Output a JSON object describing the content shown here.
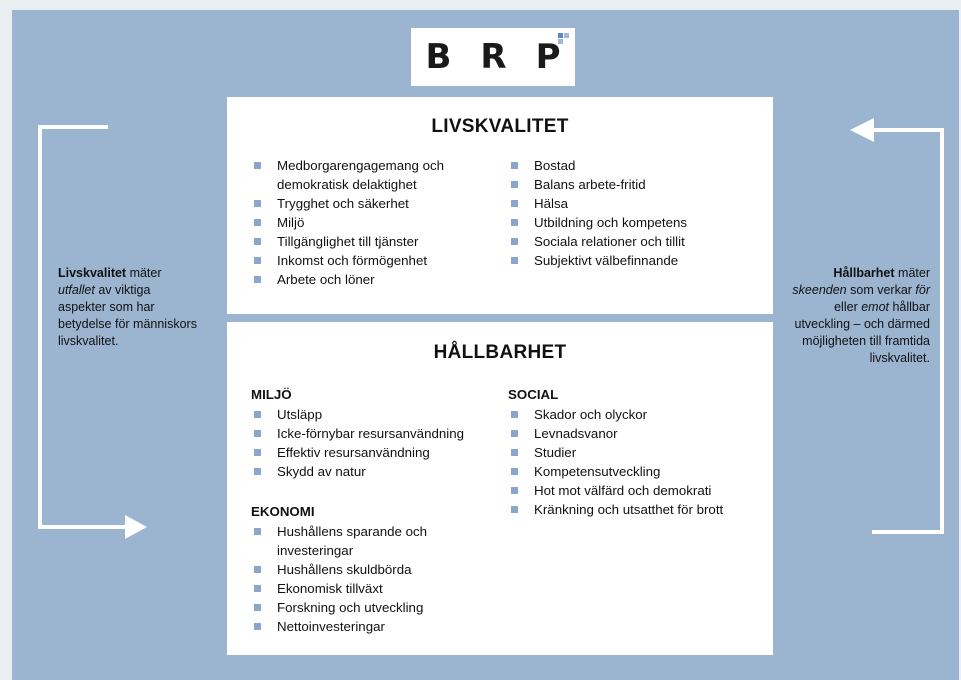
{
  "logo": {
    "letters": [
      "B",
      "R",
      "P"
    ]
  },
  "colors": {
    "background": "#9bb4d0",
    "bullet": "#8aa6c8",
    "logo_accent": "#5b89c4"
  },
  "livskvalitet": {
    "title": "LIVSKVALITET",
    "left_items": [
      "Medborgarengagemang och demokratisk delaktighet",
      "Trygghet och säkerhet",
      "Miljö",
      "Tillgänglighet till tjänster",
      "Inkomst och förmögenhet",
      "Arbete och löner"
    ],
    "right_items": [
      "Bostad",
      "Balans arbete-fritid",
      "Hälsa",
      "Utbildning och kompetens",
      "Sociala relationer och tillit",
      "Subjektivt välbefinnande"
    ]
  },
  "hallbarhet": {
    "title": "HÅLLBARHET",
    "miljo": {
      "heading": "MILJÖ",
      "items": [
        "Utsläpp",
        "Icke-förnybar resursanvändning",
        "Effektiv resursanvändning",
        "Skydd av natur"
      ]
    },
    "ekonomi": {
      "heading": "EKONOMI",
      "items": [
        "Hushållens sparande och investeringar",
        "Hushållens skuldbörda",
        "Ekonomisk tillväxt",
        "Forskning och utveckling",
        "Nettoinvesteringar"
      ]
    },
    "social": {
      "heading": "SOCIAL",
      "items": [
        "Skador och olyckor",
        "Levnadsvanor",
        "Studier",
        "Kompetensutveckling",
        "Hot mot välfärd och demokrati",
        "Kränkning och utsatthet för brott"
      ]
    }
  },
  "left_note": {
    "bold": "Livskvalitet",
    "t1": " mäter ",
    "italic": "utfallet",
    "t2": " av viktiga aspekter som har betydelse för människors livskvalitet."
  },
  "right_note": {
    "bold": "Hållbarhet",
    "t1": " mäter ",
    "i1": "skeenden",
    "t2": " som verkar ",
    "i2": "för",
    "t3": " eller ",
    "i3": "emot",
    "t4": " hållbar utveckling – och därmed möjligheten till framtida livskvalitet."
  }
}
